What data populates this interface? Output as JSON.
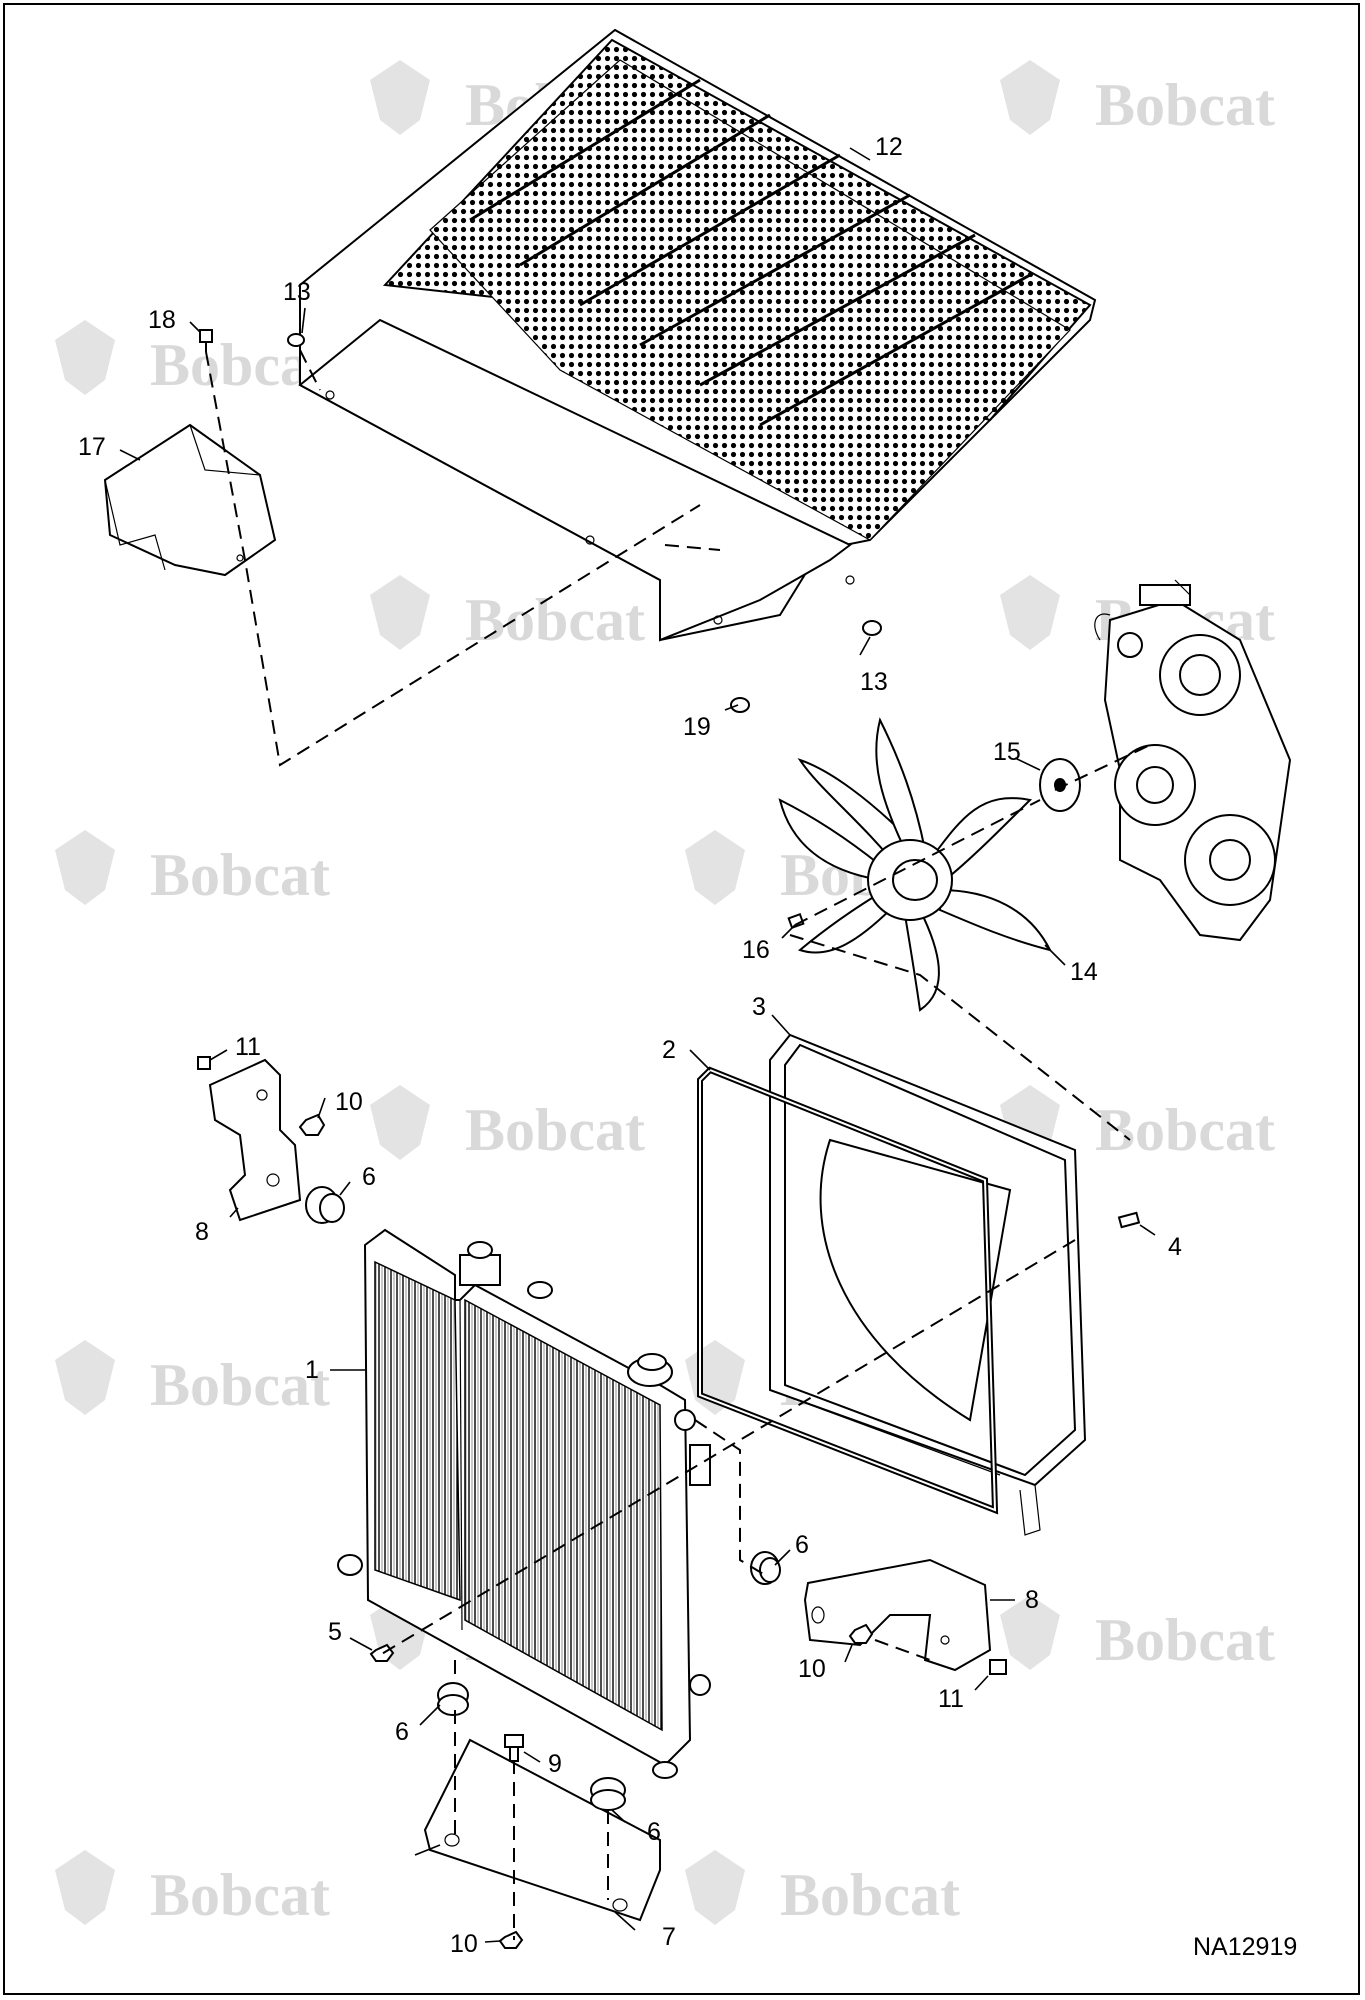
{
  "drawing_code": "NA12919",
  "watermark_text": "Bobcat",
  "callouts": {
    "c1": "1",
    "c2": "2",
    "c3": "3",
    "c4": "4",
    "c5": "5",
    "c6a": "6",
    "c6b": "6",
    "c6c": "6",
    "c6d": "6",
    "c7": "7",
    "c8a": "8",
    "c8b": "8",
    "c9": "9",
    "c10a": "10",
    "c10b": "10",
    "c10c": "10",
    "c11a": "11",
    "c11b": "11",
    "c12": "12",
    "c13a": "13",
    "c13b": "13",
    "c14": "14",
    "c15": "15",
    "c16": "16",
    "c17": "17",
    "c18": "18",
    "c19": "19"
  }
}
